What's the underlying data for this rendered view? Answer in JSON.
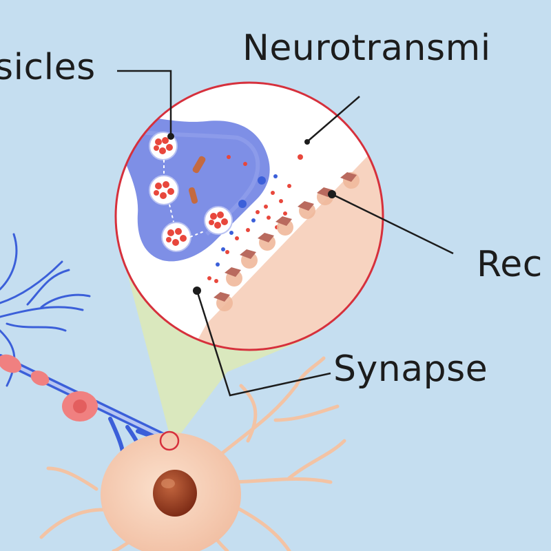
{
  "labels": {
    "vesicles": "sicles",
    "neurotransmitters": "Neurotransmi",
    "receptors": "Rec",
    "synapse": "Synapse"
  },
  "colors": {
    "background": "#c5def0",
    "presynaptic": "#7e8fe6",
    "postsynaptic": "#f7d3c0",
    "magnifier_ring": "#d6303c",
    "neurotransmitter": "#e8473c",
    "receptor": "#b96a5e",
    "axon": "#3b5fd9",
    "cone": "#dce9b8",
    "cell_body": "#f8cfb4",
    "nucleus": "#9b3c22"
  }
}
